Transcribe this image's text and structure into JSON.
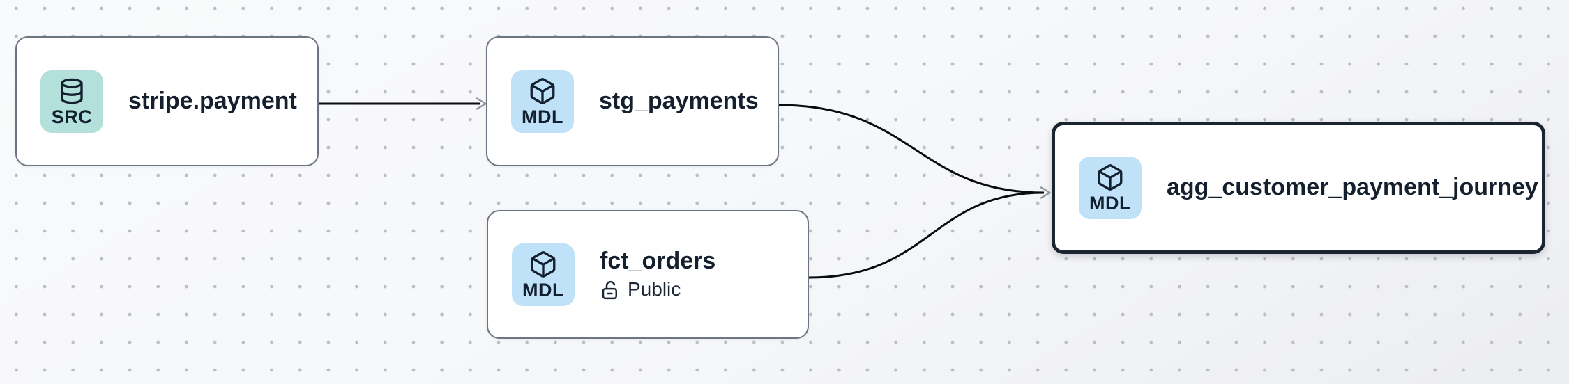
{
  "app": {
    "view_name": "lineage-canvas"
  },
  "canvas": {
    "background": "#f6f7f9",
    "dot_color": "#b9bdc6",
    "edge_color": "#0a0c10",
    "arrowhead_color": "#8f96a1",
    "node_border_color": "#6e7582",
    "selected_node_border_color": "#1b2531",
    "node_background": "#ffffff",
    "text_color": "#15202e",
    "badge_src_color": "#b3e0da",
    "badge_mdl_color": "#bfe2f8"
  },
  "nodes": [
    {
      "id": "stripe.payment",
      "label": "stripe.payment",
      "badge": {
        "label": "SRC",
        "icon": "database-icon"
      },
      "selected": false
    },
    {
      "id": "stg_payments",
      "label": "stg_payments",
      "badge": {
        "label": "MDL",
        "icon": "cube-icon"
      },
      "selected": false
    },
    {
      "id": "fct_orders",
      "label": "fct_orders",
      "badge": {
        "label": "MDL",
        "icon": "cube-icon"
      },
      "visibility": {
        "icon": "lock-open-icon",
        "label": "Public"
      },
      "selected": false
    },
    {
      "id": "agg_customer_payment_journey",
      "label": "agg_customer_payment_journey",
      "badge": {
        "label": "MDL",
        "icon": "cube-icon"
      },
      "selected": true
    }
  ],
  "edges": [
    {
      "from": "stripe.payment",
      "to": "stg_payments"
    },
    {
      "from": "stg_payments",
      "to": "agg_customer_payment_journey"
    },
    {
      "from": "fct_orders",
      "to": "agg_customer_payment_journey"
    }
  ]
}
